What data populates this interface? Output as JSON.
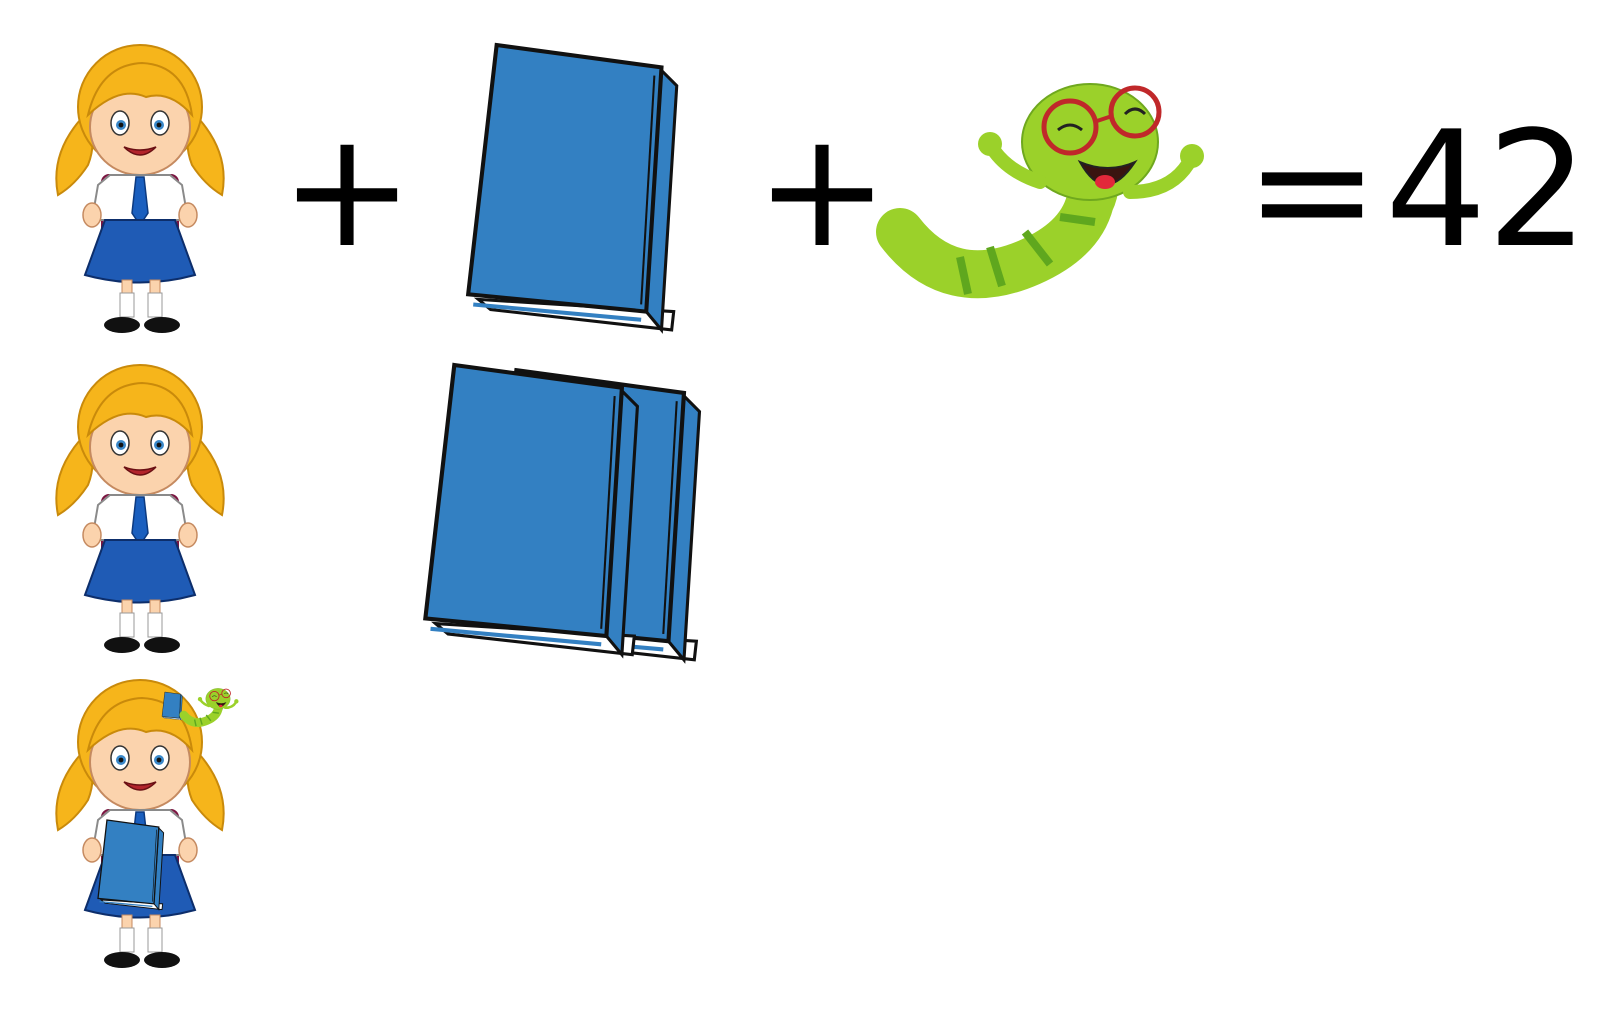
{
  "puzzle": {
    "rows": [
      {
        "terms": [
          "girl",
          "book",
          "worm"
        ],
        "operators": [
          "+",
          "+"
        ],
        "equals": "=",
        "result": "42"
      },
      {
        "terms": [
          "girl",
          "two-books"
        ],
        "operators": [],
        "equals": "",
        "result": ""
      },
      {
        "terms": [
          "girl-holding-book-with-worm"
        ],
        "operators": [],
        "equals": "",
        "result": ""
      }
    ]
  },
  "colors": {
    "book_blue": "#3380c2",
    "book_edge": "#111111",
    "worm_green": "#9bd12a",
    "worm_stripe": "#5fa71e",
    "glasses_red": "#c0282a",
    "hair": "#f6b51b",
    "skirt": "#1f5bb5",
    "tie": "#1a5fbf",
    "backpack": "#e23a86",
    "skin": "#fbd3ad"
  }
}
